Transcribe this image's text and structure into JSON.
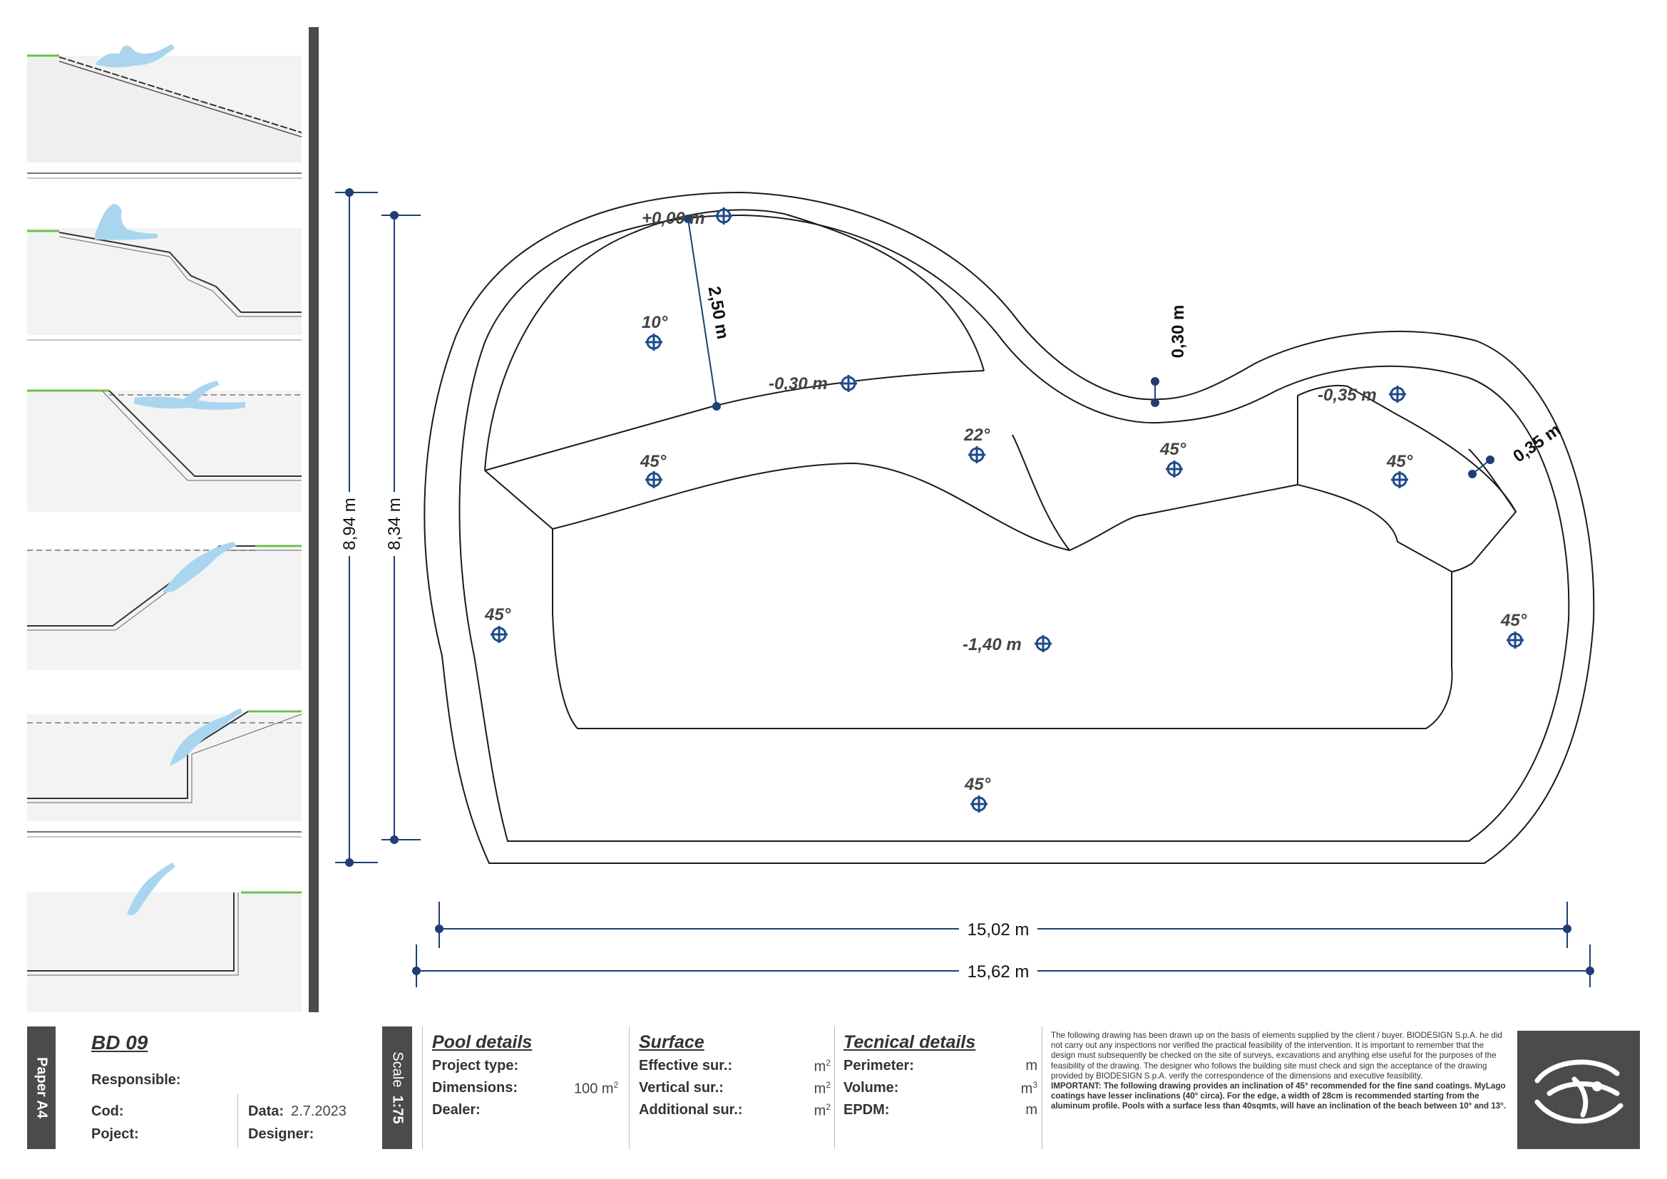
{
  "drawing": {
    "dimensions": {
      "outer_width": "15,62 m",
      "inner_width": "15,02 m",
      "outer_height": "8,94 m",
      "inner_height": "8,34 m"
    },
    "depth_labels": {
      "zero": "+0,00 m",
      "minus_030": "-0,30 m",
      "minus_035": "-0,35 m",
      "minus_140": "-1,40 m"
    },
    "measure_labels": {
      "length_250": "2,50 m",
      "width_030": "0,30 m",
      "width_035": "0,35 m"
    },
    "angle_labels": {
      "a10": "10°",
      "a22": "22°",
      "a45_left_upper": "45°",
      "a45_center": "45°",
      "a45_right_upper": "45°",
      "a45_left": "45°",
      "a45_right": "45°",
      "a45_bottom": "45°"
    },
    "colors": {
      "line": "#1a1a1a",
      "dimension": "#1d3f74",
      "marker": "#1d4a8a",
      "swimmer": "#a9d6ee",
      "grass": "#6cc04a"
    }
  },
  "title_block": {
    "paper": "Paper A4",
    "code": "BD 09",
    "responsible_label": "Responsible:",
    "cod_label": "Cod:",
    "project_label": "Poject:",
    "date_label": "Data:",
    "date_value": "2.7.2023",
    "designer_label": "Designer:",
    "scale_label": "Scale",
    "scale_value": "1:75",
    "pool_details": {
      "heading": "Pool details",
      "project_type_label": "Project type:",
      "dimensions_label": "Dimensions:",
      "dimensions_value": "100 m",
      "dimensions_sup": "2",
      "dealer_label": "Dealer:"
    },
    "surface": {
      "heading": "Surface",
      "effective_label": "Effective sur.:",
      "vertical_label": "Vertical sur.:",
      "additional_label": "Additional sur.:",
      "unit": "m",
      "unit_sup": "2"
    },
    "technical": {
      "heading": "Tecnical details",
      "perimeter_label": "Perimeter:",
      "volume_label": "Volume:",
      "epdm_label": "EPDM:",
      "unit_m": "m",
      "unit_m3": "m",
      "unit_m3_sup": "3"
    },
    "disclaimer": {
      "p1": "The following drawing has been drawn up on the basis of elements supplied by the client / buyer. BIODESIGN S.p.A. he did not carry out any inspections nor verified the practical feasibility of the intervention. It is important to remember that the design must subsequently be checked on the site of surveys, excavations and anything else useful for the purposes of the feasibility of the drawing. The designer who follows the building site must check and sign the acceptance of the drawing provided by BIODESIGN S.p.A. verify the correspondence of the dimensions and executive feasibility.",
      "p2": "IMPORTANT: The following drawing provides an inclination of 45° recommended for the fine sand coatings. MyLago coatings have lesser inclinations (40° circa). For the edge, a width of 28cm is recommended starting from the aluminum profile. Pools with a surface less than 40sqmts, will have an inclination of the beach between 10° and 13°."
    }
  }
}
